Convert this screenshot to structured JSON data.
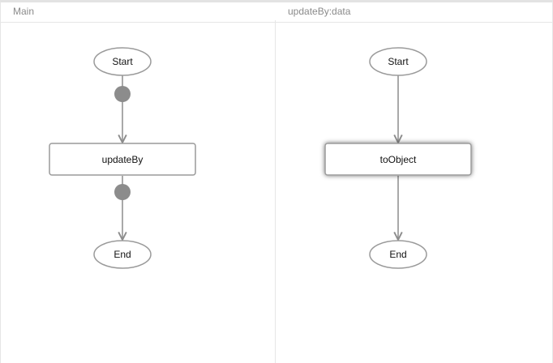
{
  "panels": [
    {
      "title": "Main",
      "nodes": {
        "start": "Start",
        "action": "updateBy",
        "end": "End"
      }
    },
    {
      "title": "updateBy:data",
      "nodes": {
        "start": "Start",
        "action": "toObject",
        "end": "End"
      }
    }
  ],
  "colors": {
    "node_border": "#9a9a9a",
    "connector": "#8c8c8c",
    "breakpoint": "#8c8c8c",
    "divider": "#e6e6e6",
    "panel_title": "#8a8a8a"
  },
  "selected_node": "toObject"
}
